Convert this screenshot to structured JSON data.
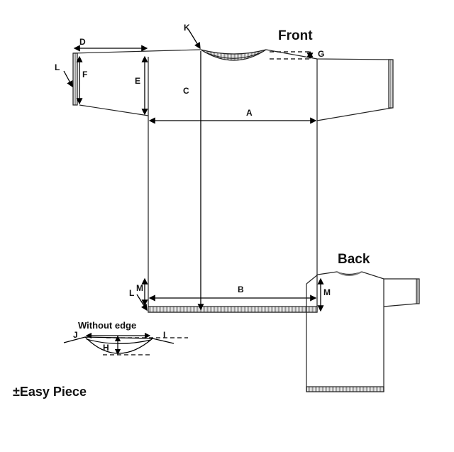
{
  "titles": {
    "front": "Front",
    "back": "Back",
    "without_edge": "Without edge"
  },
  "brand": "±Easy Piece",
  "labels": {
    "A": "A",
    "B": "B",
    "C": "C",
    "D": "D",
    "E": "E",
    "F": "F",
    "G": "G",
    "H": "H",
    "I": "I",
    "J": "J",
    "K": "K",
    "L": "L",
    "M": "M"
  }
}
